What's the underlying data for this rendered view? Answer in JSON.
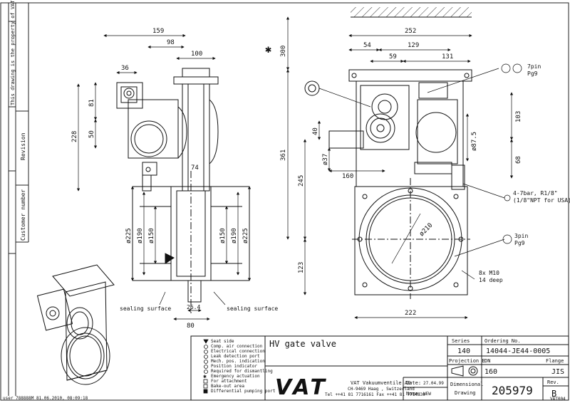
{
  "side_border": {
    "property_notice": "This drawing is the property of VAT.",
    "revision_label": "Revision",
    "customer_number_label": "Customer number",
    "footer_stamp": "user 788888M 81.06.2010, 08:09:18"
  },
  "left_view": {
    "dims": {
      "d159": "159",
      "d98": "98",
      "d100": "100",
      "d36": "36",
      "d81": "81",
      "d50": "50",
      "d228": "228",
      "d74": "74",
      "d225a": "ø225",
      "d190a": "ø190",
      "d150a": "ø150",
      "d150b": "ø150",
      "d190b": "ø190",
      "d225b": "ø225",
      "d80": "80",
      "d26": "26.4"
    },
    "sealing_left": "sealing surface",
    "sealing_right": "sealing surface"
  },
  "right_view": {
    "dims": {
      "d252": "252",
      "d54": "54",
      "d129": "129",
      "d59": "59",
      "d131": "131",
      "d300": "300",
      "d361": "361",
      "d40": "40",
      "d37": "ø37",
      "d160": "160",
      "d245": "245",
      "d103": "103",
      "d87": "ø87.5",
      "d68": "68",
      "d210": "ø210",
      "d123": "123",
      "d222": "222"
    },
    "callouts": {
      "pin7": "7pin",
      "pg9a": "Pg9",
      "air": "4-7bar, R1/8\"",
      "npt": "(1/8\"NPT for USA)",
      "pin3": "3pin",
      "pg9b": "Pg9",
      "m10": "8x M10",
      "deep": "14 deep"
    }
  },
  "legend": [
    "Seat side",
    "Comp. air connection",
    "Electrical connection",
    "Leak detection port",
    "Mech. pos. indication",
    "Position indicator",
    "Required for dismantling",
    "Emergency actuation",
    "For attachment",
    "Bake-out area",
    "Differential pumping port"
  ],
  "title_block": {
    "title": "HV gate valve",
    "series_label": "Series",
    "series_value": "140",
    "ordering_label": "Ordering No.",
    "ordering_value": "14044-JE44-0005",
    "projection_label": "Projection E",
    "dn_label": "DN",
    "dn_value": "160",
    "flange_label": "Flange",
    "flange_value": "JIS",
    "company": "VAT Vakuumventile AG",
    "address": "CH-9469 Haag , Switzerland",
    "phone": "Tel ++41 81 7716161 Fax ++41 81 7714830",
    "date_label": "Date:",
    "date_value": "27.04.99",
    "name_label": "Name:",
    "name_value": "WEW",
    "dimensional_label": "Dimensional",
    "drawing_label": "Drawing",
    "drawing_number": "205979",
    "rev_label": "Rev.",
    "rev_value": "B",
    "logo_text": "VAT",
    "small_code": "VAT004"
  }
}
